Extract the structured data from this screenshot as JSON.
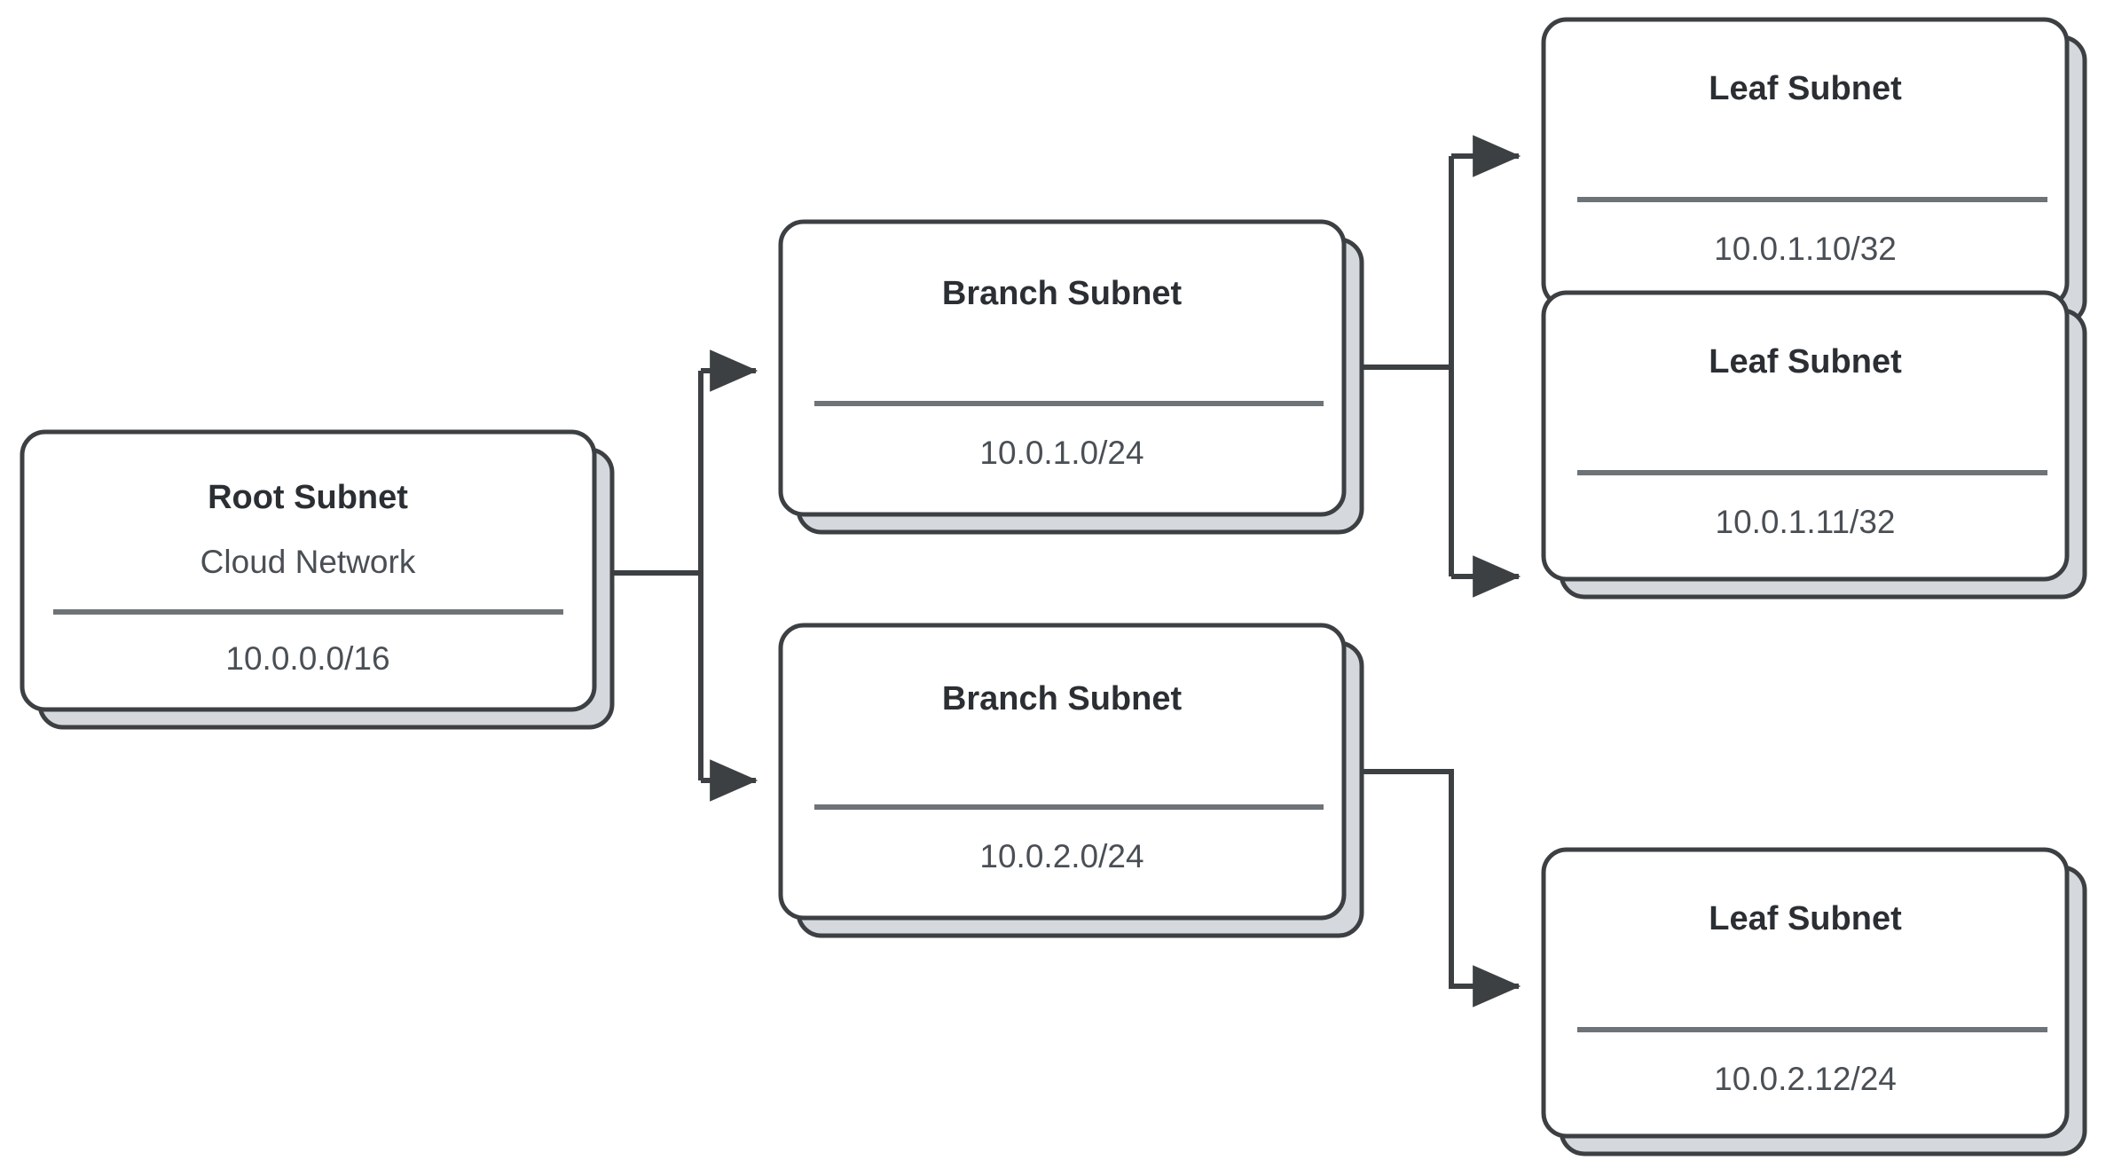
{
  "diagram": {
    "type": "network-subnet-hierarchy",
    "background_color": "#FFFFFF",
    "card_fill": "#FFFFFF",
    "card_stack_fill": "#D5D9DE",
    "card_stroke": "#3C4043",
    "divider_color": "#6E7378",
    "connector_color": "#3C4043",
    "title_color": "#2B2F33",
    "text_color": "#4A4F55"
  },
  "nodes": {
    "root": {
      "id": "root-subnet",
      "title": "Root Subnet",
      "subtitle": "Cloud Network",
      "cidr": "10.0.0.0/16"
    },
    "branches": [
      {
        "id": "branch-subnet-1",
        "title": "Branch Subnet",
        "subtitle": "",
        "cidr": "10.0.1.0/24"
      },
      {
        "id": "branch-subnet-2",
        "title": "Branch Subnet",
        "subtitle": "",
        "cidr": "10.0.2.0/24"
      }
    ],
    "leaves": [
      {
        "id": "leaf-subnet-1",
        "title": "Leaf Subnet",
        "subtitle": "",
        "cidr": "10.0.1.10/32"
      },
      {
        "id": "leaf-subnet-2",
        "title": "Leaf Subnet",
        "subtitle": "",
        "cidr": "10.0.1.11/32"
      },
      {
        "id": "leaf-subnet-3",
        "title": "Leaf Subnet",
        "subtitle": "",
        "cidr": "10.0.2.12/24"
      }
    ]
  },
  "edges": [
    {
      "id": "edge-root-branch-1",
      "from": "root-subnet",
      "to": "branch-subnet-1",
      "arrow": "triangle"
    },
    {
      "id": "edge-root-branch-2",
      "from": "root-subnet",
      "to": "branch-subnet-2",
      "arrow": "triangle"
    },
    {
      "id": "edge-branch-1-leaf-1",
      "from": "branch-subnet-1",
      "to": "leaf-subnet-1",
      "arrow": "triangle"
    },
    {
      "id": "edge-branch-1-leaf-2",
      "from": "branch-subnet-1",
      "to": "leaf-subnet-2",
      "arrow": "triangle"
    },
    {
      "id": "edge-branch-2-leaf-3",
      "from": "branch-subnet-2",
      "to": "leaf-subnet-3",
      "arrow": "triangle"
    }
  ]
}
